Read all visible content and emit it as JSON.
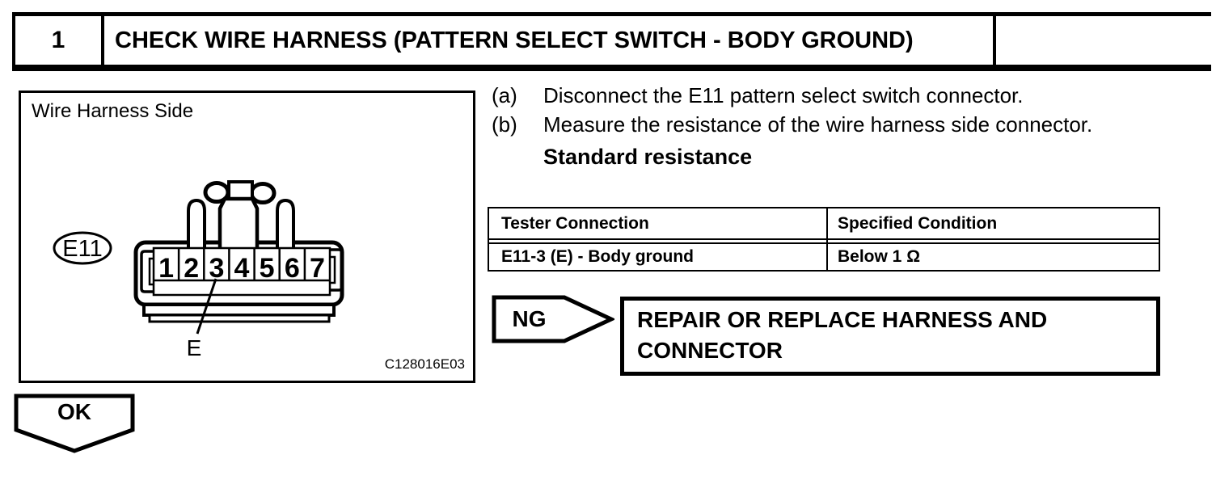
{
  "header": {
    "step_number": "1",
    "title": "CHECK WIRE HARNESS (PATTERN SELECT SWITCH - BODY GROUND)"
  },
  "figure": {
    "caption": "Wire Harness Side",
    "connector_id": "E11",
    "pins": [
      "1",
      "2",
      "3",
      "4",
      "5",
      "6",
      "7"
    ],
    "terminal_label": "E",
    "figure_code": "C128016E03"
  },
  "instructions": {
    "items": [
      {
        "marker": "(a)",
        "text": "Disconnect the E11 pattern select switch connector."
      },
      {
        "marker": "(b)",
        "text": "Measure the resistance of the wire harness side connector."
      }
    ],
    "subheading": "Standard resistance"
  },
  "spec_table": {
    "headers": [
      "Tester Connection",
      "Specified Condition"
    ],
    "rows": [
      {
        "tester_connection": "E11-3 (E) - Body ground",
        "specified_condition": "Below 1 Ω"
      }
    ]
  },
  "ng_branch": {
    "label": "NG",
    "action": "REPAIR OR REPLACE HARNESS AND CONNECTOR"
  },
  "ok_branch": {
    "label": "OK"
  },
  "colors": {
    "ink": "#000000",
    "paper": "#ffffff"
  }
}
